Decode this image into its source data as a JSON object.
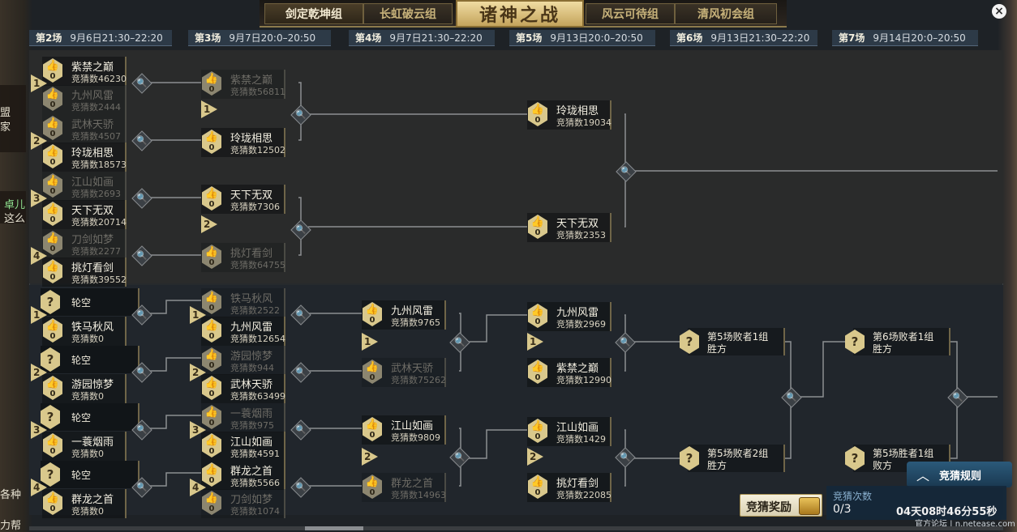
{
  "tabs": [
    "剑定乾坤组",
    "长虹破云组",
    "风云可待组",
    "清风初会组"
  ],
  "title": "诸神之战",
  "close_label": "×",
  "rounds": [
    {
      "label": "第2场",
      "time": "9月6日21:30–22:20"
    },
    {
      "label": "第3场",
      "time": "9月7日20:0–20:50"
    },
    {
      "label": "第4场",
      "time": "9月7日21:30–22:20"
    },
    {
      "label": "第5场",
      "time": "9月13日20:0–20:50"
    },
    {
      "label": "第6场",
      "time": "9月13日21:30–22:20"
    },
    {
      "label": "第7场",
      "time": "9月14日20:0–20:50"
    }
  ],
  "count_label": "竞猜数",
  "bye_label": "轮空",
  "top_bracket": {
    "r2": [
      {
        "num": "1",
        "a": {
          "name": "紫禁之巅",
          "votes": "46230",
          "likes": "0"
        },
        "b": {
          "name": "九州风雷",
          "votes": "2444",
          "likes": "0"
        },
        "winner": "a"
      },
      {
        "num": "2",
        "a": {
          "name": "武林天骄",
          "votes": "4507",
          "likes": "0"
        },
        "b": {
          "name": "玲珑相思",
          "votes": "18573",
          "likes": "0"
        },
        "winner": "b"
      },
      {
        "num": "3",
        "a": {
          "name": "江山如画",
          "votes": "2693",
          "likes": "0"
        },
        "b": {
          "name": "天下无双",
          "votes": "20714",
          "likes": "0"
        },
        "winner": "b"
      },
      {
        "num": "4",
        "a": {
          "name": "刀剑如梦",
          "votes": "2277",
          "likes": "0"
        },
        "b": {
          "name": "挑灯看剑",
          "votes": "39552",
          "likes": "0"
        },
        "winner": "b"
      }
    ],
    "r3": [
      {
        "num": "1",
        "a": {
          "name": "紫禁之巅",
          "votes": "56811",
          "likes": "0"
        },
        "b": {
          "name": "玲珑相思",
          "votes": "12502",
          "likes": "0"
        },
        "winner": "b"
      },
      {
        "num": "2",
        "a": {
          "name": "天下无双",
          "votes": "7306",
          "likes": "0"
        },
        "b": {
          "name": "挑灯看剑",
          "votes": "64755",
          "likes": "0"
        },
        "winner": "a"
      }
    ],
    "r5": [
      {
        "name": "玲珑相思",
        "votes": "19034",
        "likes": "0"
      },
      {
        "name": "天下无双",
        "votes": "2353",
        "likes": "0"
      }
    ]
  },
  "bottom_bracket": {
    "r2": [
      {
        "num": "1",
        "b": {
          "name": "铁马秋风",
          "votes": "0",
          "likes": "0"
        }
      },
      {
        "num": "2",
        "b": {
          "name": "游园惊梦",
          "votes": "0",
          "likes": "0"
        }
      },
      {
        "num": "3",
        "b": {
          "name": "一蓑烟雨",
          "votes": "0",
          "likes": "0"
        }
      },
      {
        "num": "4",
        "b": {
          "name": "群龙之首",
          "votes": "0",
          "likes": "0"
        }
      }
    ],
    "r3": [
      {
        "num": "1",
        "a": {
          "name": "铁马秋风",
          "votes": "2522",
          "likes": "0"
        },
        "b": {
          "name": "九州风雷",
          "votes": "12654",
          "likes": "0"
        },
        "winner": "b"
      },
      {
        "num": "2",
        "a": {
          "name": "游园惊梦",
          "votes": "944",
          "likes": "0"
        },
        "b": {
          "name": "武林天骄",
          "votes": "63499",
          "likes": "0"
        },
        "winner": "b"
      },
      {
        "num": "3",
        "a": {
          "name": "一蓑烟雨",
          "votes": "975",
          "likes": "0"
        },
        "b": {
          "name": "江山如画",
          "votes": "4591",
          "likes": "0"
        },
        "winner": "b"
      },
      {
        "num": "4",
        "a": {
          "name": "群龙之首",
          "votes": "5566",
          "likes": "0"
        },
        "b": {
          "name": "刀剑如梦",
          "votes": "1074",
          "likes": "0"
        },
        "winner": "a"
      }
    ],
    "r4": [
      {
        "num": "1",
        "a": {
          "name": "九州风雷",
          "votes": "9765",
          "likes": "0"
        },
        "b": {
          "name": "武林天骄",
          "votes": "75262",
          "likes": "0"
        },
        "winner": "a"
      },
      {
        "num": "2",
        "a": {
          "name": "江山如画",
          "votes": "9809",
          "likes": "0"
        },
        "b": {
          "name": "群龙之首",
          "votes": "14963",
          "likes": "0"
        },
        "winner": "a"
      }
    ],
    "r5": [
      {
        "num": "1",
        "a": {
          "name": "九州风雷",
          "votes": "2969",
          "likes": "0"
        },
        "b": {
          "name": "紫禁之巅",
          "votes": "12990",
          "likes": "0"
        }
      },
      {
        "num": "2",
        "a": {
          "name": "江山如画",
          "votes": "1429",
          "likes": "0"
        },
        "b": {
          "name": "挑灯看剑",
          "votes": "22085",
          "likes": "0"
        }
      }
    ],
    "r6": [
      {
        "line1": "第5场败者1组",
        "line2": "胜方"
      },
      {
        "line1": "第5场败者2组",
        "line2": "胜方"
      }
    ],
    "r7": [
      {
        "line1": "第6场败者1组",
        "line2": "胜方"
      },
      {
        "line1": "第5场胜者1组",
        "line2": "败方"
      }
    ]
  },
  "rules_label": "竞猜规则",
  "reward_label": "竞猜奖励",
  "guess_count_label": "竞猜次数",
  "guess_count_value": "0/3",
  "countdown": "04天08时46分55秒",
  "watermark_url": "官方论坛 | n.netease.com",
  "left_fragments": [
    "盟",
    "家",
    "卓儿",
    "这么",
    "各种",
    "力帮"
  ]
}
